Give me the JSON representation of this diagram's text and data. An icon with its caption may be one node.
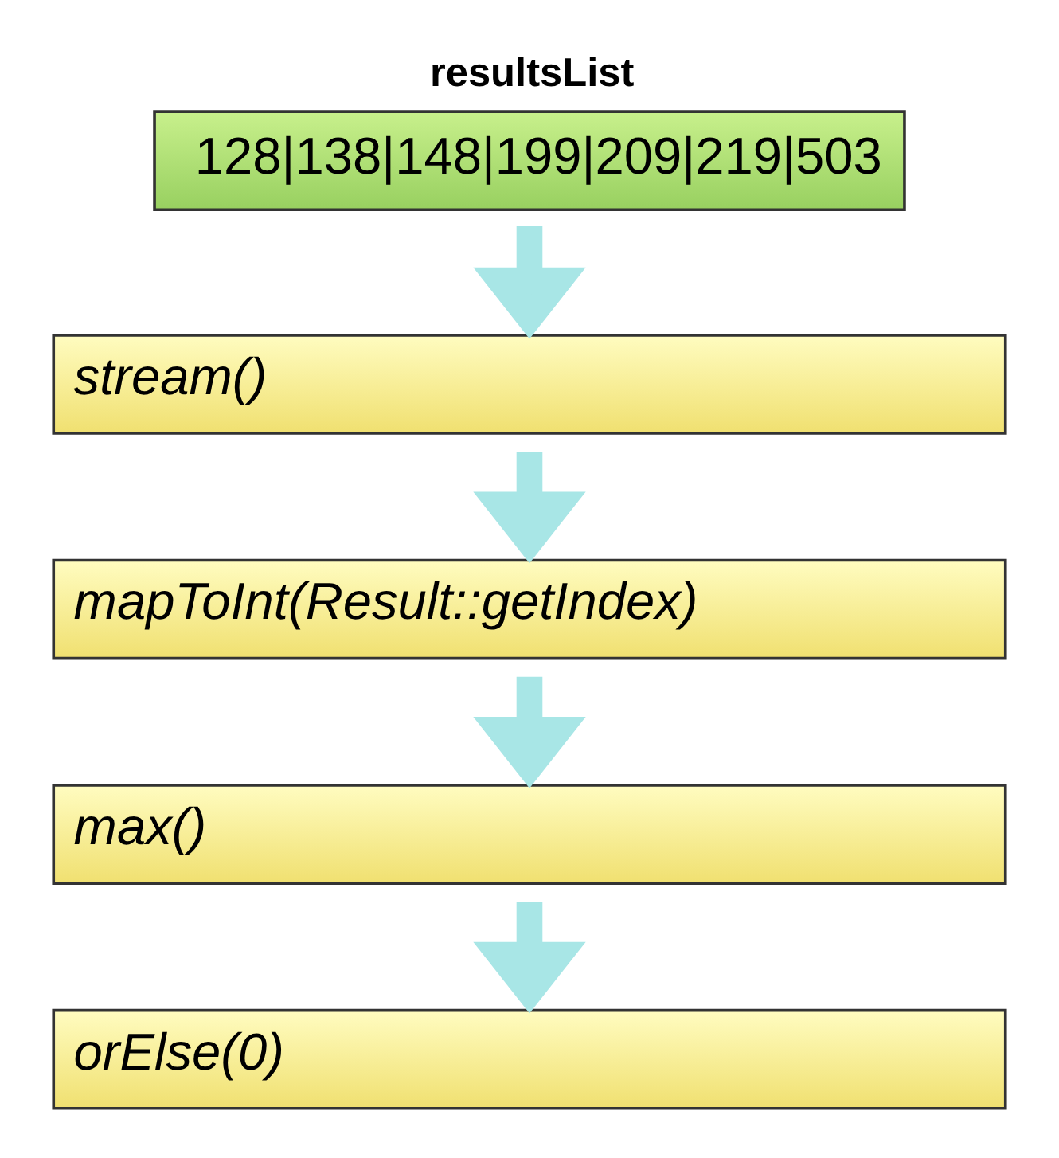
{
  "diagram": {
    "nodes": [
      {
        "text": [
          "resultsList",
          "128|138|148|199|209|219|503"
        ]
      },
      {
        "text": [
          "stream()"
        ]
      },
      {
        "text": [
          "mapToInt(Result::getIndex)"
        ]
      },
      {
        "text": [
          "max()"
        ]
      },
      {
        "text": [
          "orElse(0)"
        ]
      }
    ],
    "edges": [
      {
        "from": 0,
        "to": 1,
        "arrow": "to"
      },
      {
        "from": 1,
        "to": 2,
        "arrow": "to"
      },
      {
        "from": 2,
        "to": 3,
        "arrow": "to"
      },
      {
        "from": 3,
        "to": 4,
        "arrow": "to"
      }
    ]
  }
}
